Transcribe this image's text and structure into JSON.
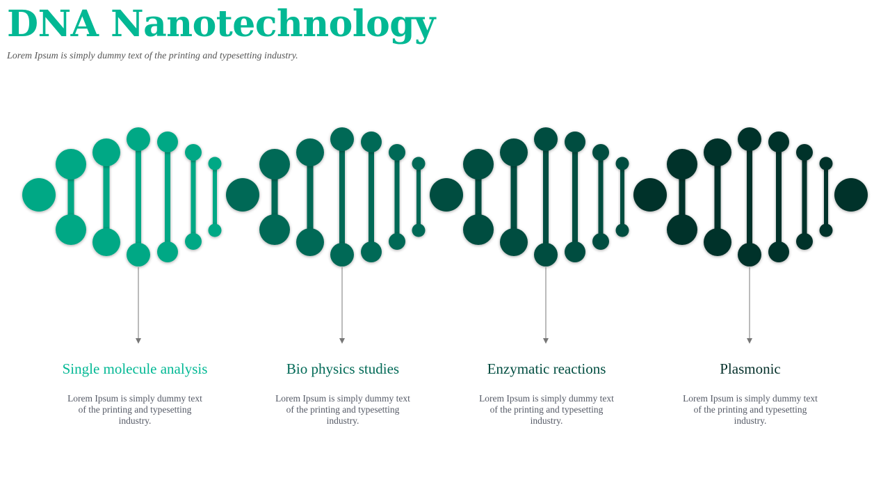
{
  "header": {
    "title": "DNA Nanotechnology",
    "subtitle": "Lorem Ipsum is simply dummy text of the printing and typesetting industry."
  },
  "colors": [
    "#02a885",
    "#006956",
    "#004d40",
    "#04302a"
  ],
  "items": [
    {
      "title": "Single molecule analysis",
      "text": "Lorem Ipsum is simply dummy text of the printing and typesetting industry.",
      "color": "#02b894"
    },
    {
      "title": "Bio physics studies",
      "text": "Lorem Ipsum is simply dummy text of the printing and typesetting industry.",
      "color": "#006956"
    },
    {
      "title": "Enzymatic reactions",
      "text": "Lorem Ipsum is simply dummy text of the printing and typesetting industry.",
      "color": "#004d40"
    },
    {
      "title": "Plasmonic",
      "text": "Lorem Ipsum is simply dummy text of the printing and typesetting industry.",
      "color": "#04302a"
    }
  ]
}
